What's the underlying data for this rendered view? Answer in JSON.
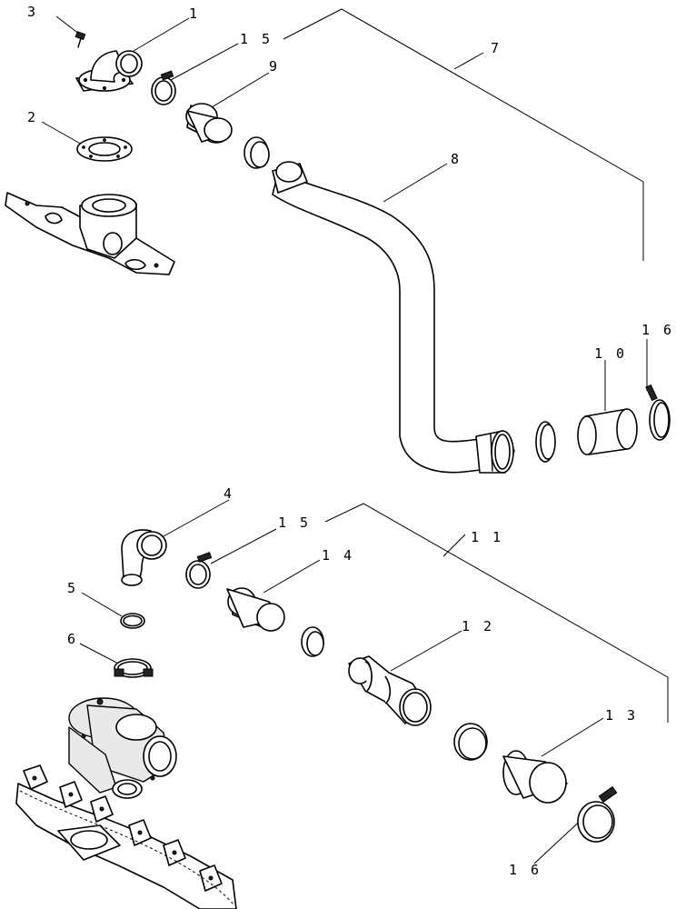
{
  "callouts": [
    {
      "id": "c3",
      "text": "3"
    },
    {
      "id": "c1",
      "text": "1"
    },
    {
      "id": "c15a",
      "text": "1 5"
    },
    {
      "id": "c9",
      "text": "9"
    },
    {
      "id": "c7",
      "text": "7"
    },
    {
      "id": "c2",
      "text": "2"
    },
    {
      "id": "c8",
      "text": "8"
    },
    {
      "id": "c16a",
      "text": "1 6"
    },
    {
      "id": "c10",
      "text": "1 0"
    },
    {
      "id": "c4",
      "text": "4"
    },
    {
      "id": "c15b",
      "text": "1 5"
    },
    {
      "id": "c11",
      "text": "1 1"
    },
    {
      "id": "c14",
      "text": "1 4"
    },
    {
      "id": "c5",
      "text": "5"
    },
    {
      "id": "c6",
      "text": "6"
    },
    {
      "id": "c12",
      "text": "1 2"
    },
    {
      "id": "c13",
      "text": "1 3"
    },
    {
      "id": "c16b",
      "text": "1 6"
    }
  ]
}
